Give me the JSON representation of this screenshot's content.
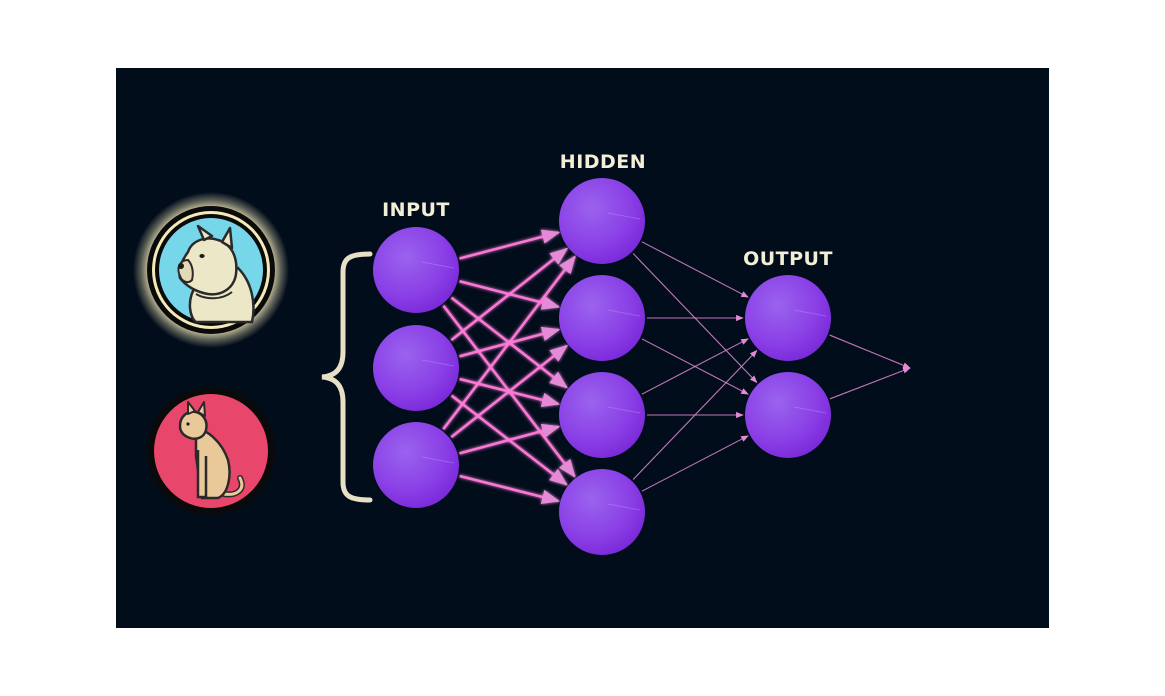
{
  "layers": {
    "input": {
      "label": "INPUT",
      "count": 3
    },
    "hidden": {
      "label": "HIDDEN",
      "count": 4
    },
    "output": {
      "label": "OUTPUT",
      "count": 2
    }
  },
  "examples": [
    {
      "name": "dog",
      "icon": "dog-icon",
      "active": true
    },
    {
      "name": "cat",
      "icon": "cat-icon",
      "active": false
    }
  ],
  "colors": {
    "panel": "#020d1c",
    "node_light": "#9a63ee",
    "node_dark": "#7d2ad8",
    "edge": "#e58ad6",
    "edge_active": "#ff7ad8",
    "label": "#f3efd6",
    "brace": "#e7e0c4",
    "dog_bg": "#76d6ea",
    "cat_bg": "#e8466b",
    "glow": "#f4eab8"
  }
}
